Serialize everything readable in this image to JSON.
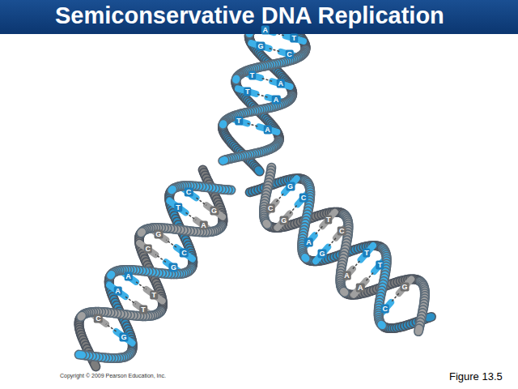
{
  "diagram": {
    "title": "Semiconservative DNA Replication",
    "caption": "Figure 13.5",
    "labels": [
      "A",
      "T",
      "G",
      "C",
      "A",
      "T",
      "A",
      "T",
      "T",
      "A",
      "C",
      "G",
      "T",
      "A",
      "C",
      "G",
      "G",
      "C",
      "A",
      "T",
      "A",
      "T",
      "G",
      "C",
      "C",
      "G",
      "G",
      "C",
      "T",
      "A",
      "C",
      "G",
      "A",
      "T",
      "A",
      "T",
      "G",
      "C",
      "Copyright © 2009 Pearson Education, Inc."
    ]
  }
}
